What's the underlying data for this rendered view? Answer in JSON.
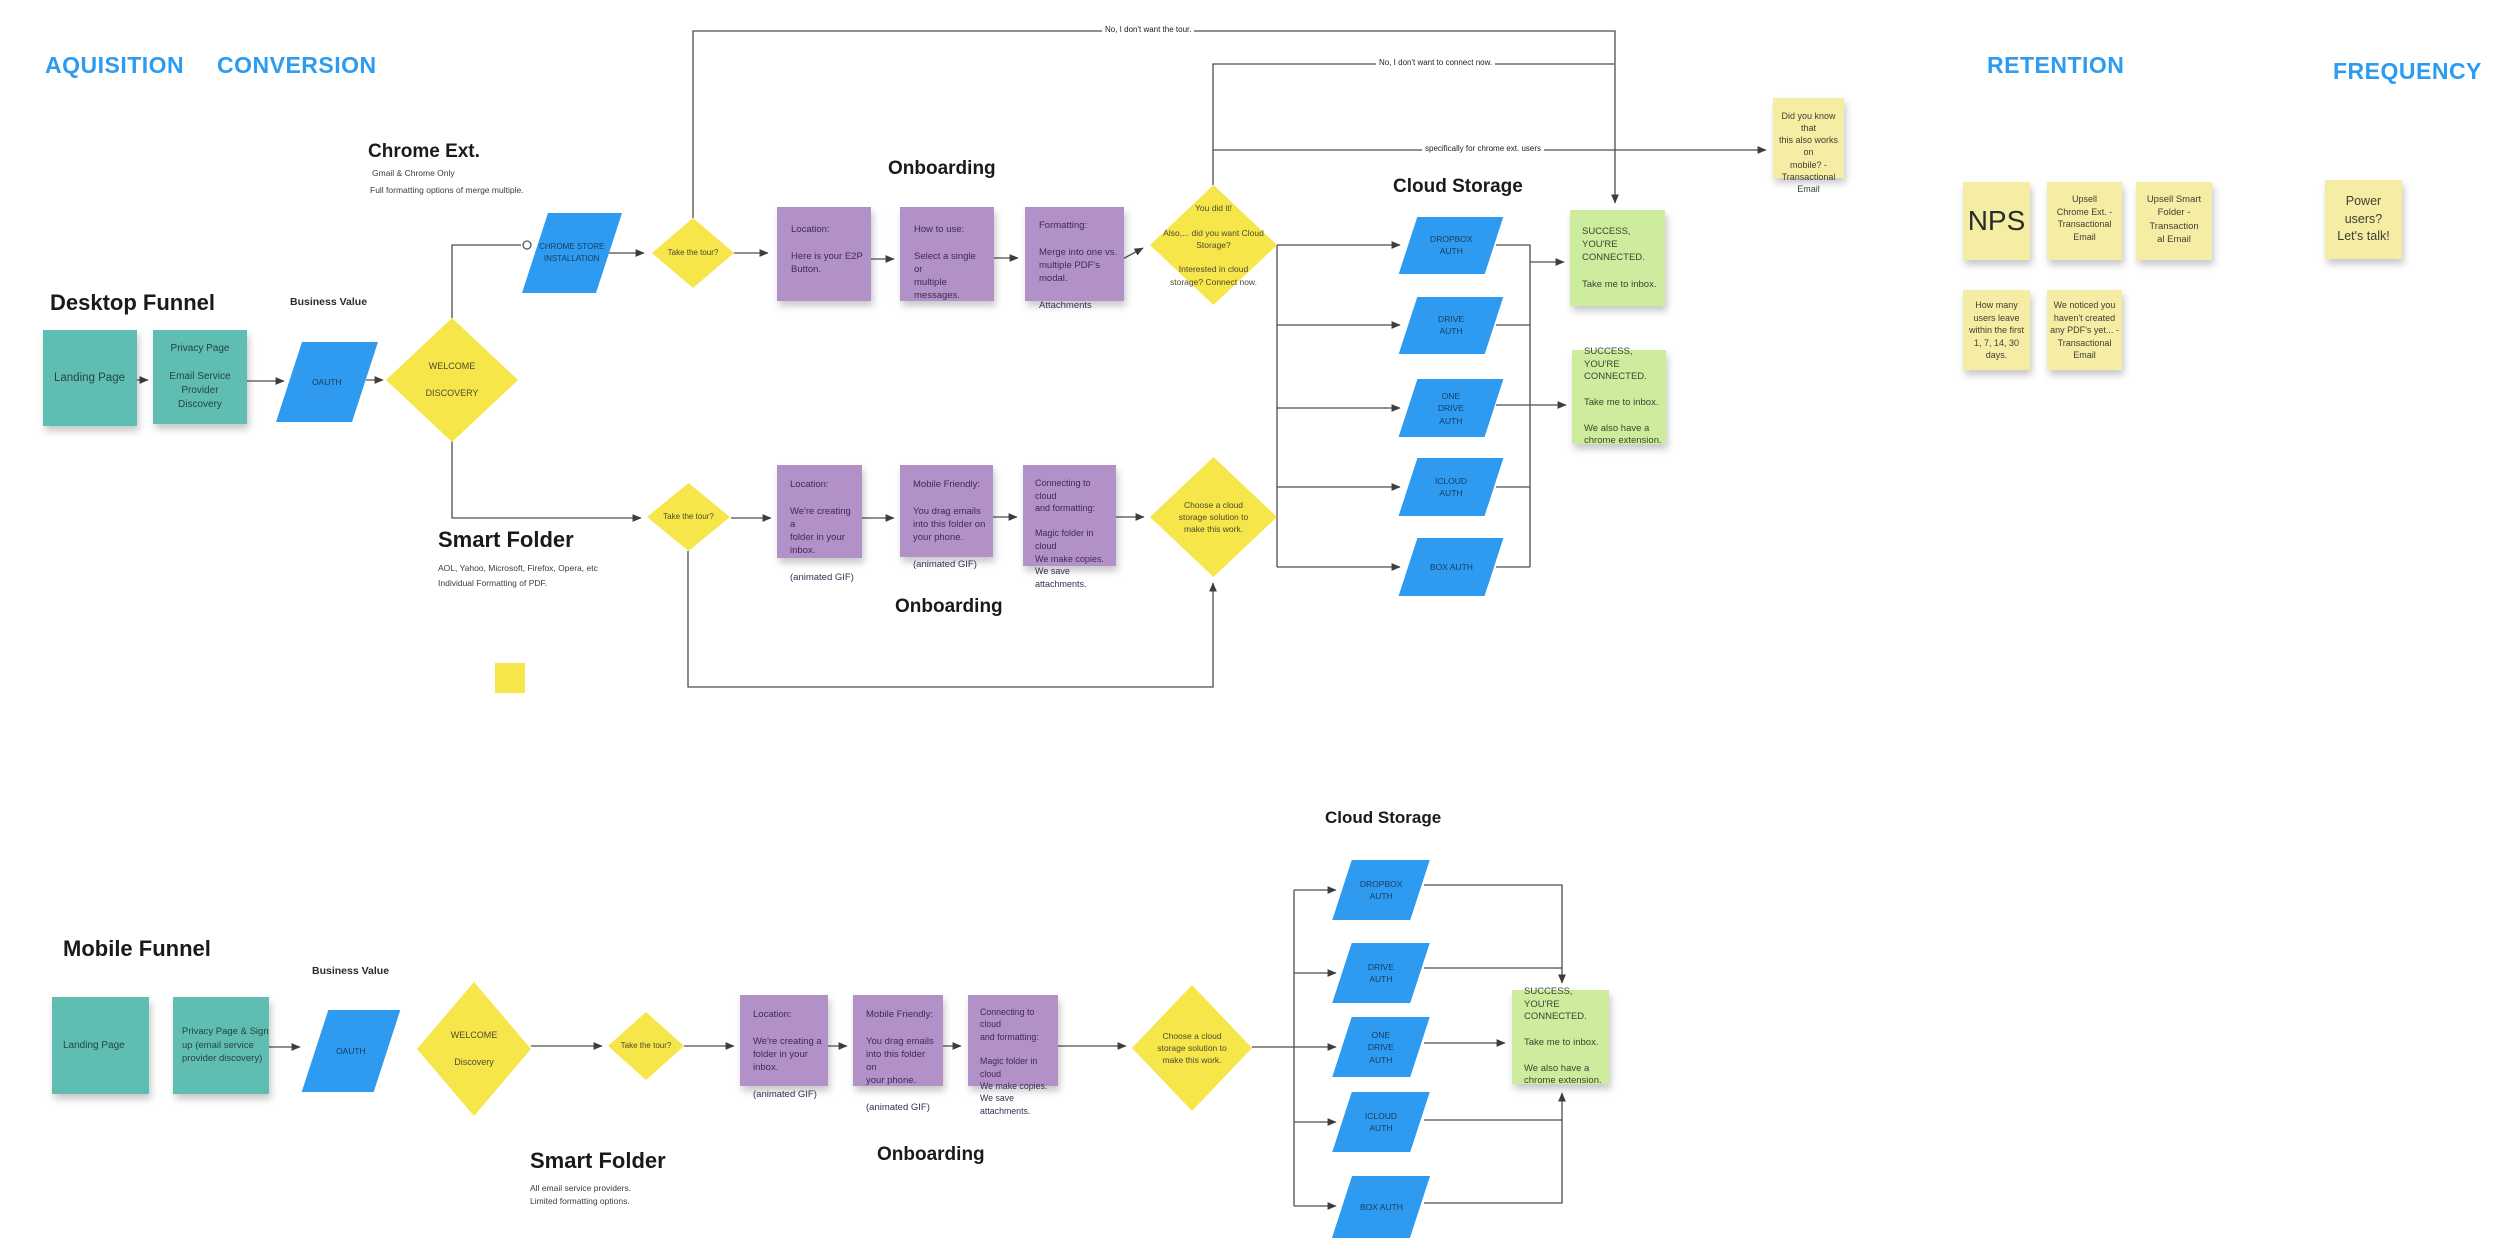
{
  "headers": {
    "aquisition": "AQUISITION",
    "conversion": "CONVERSION",
    "retention": "RETENTION",
    "frequency": "FREQUENCY"
  },
  "sections": {
    "desktop_funnel": "Desktop Funnel",
    "mobile_funnel": "Mobile Funnel",
    "business_value": "Business Value",
    "onboarding": "Onboarding",
    "cloud_storage": "Cloud Storage",
    "chrome_ext": {
      "title": "Chrome Ext.",
      "line1": "Gmail & Chrome Only",
      "line2": "Full formatting options of merge multiple."
    },
    "smart_folder_desktop": {
      "title": "Smart Folder",
      "line1": "AOL, Yahoo, Microsoft, Firefox, Opera, etc",
      "line2": "Individual Formatting of PDF."
    },
    "smart_folder_mobile": {
      "title": "Smart Folder",
      "line1": "All email service providers.",
      "line2": "Limited formatting options."
    }
  },
  "connector_labels": {
    "no_tour": "No, I don't want the tour.",
    "no_connect": "No, I don't want to connect now.",
    "chrome_users": "specifically for chrome ext. users"
  },
  "diamonds": {
    "welcome_desktop": "WELCOME\n\nDISCOVERY",
    "welcome_mobile": "WELCOME\n\nDiscovery",
    "take_tour": "Take the tour?",
    "you_did_it": "You did it!\n\nAlso,... did you want Cloud Storage?\n\nInterested in cloud storage? Connect now.",
    "choose_cloud": "Choose a cloud\nstorage solution to\nmake this work."
  },
  "shapes": {
    "oauth": "OAUTH",
    "chrome_store": "CHROME STORE\nINSTALLATION",
    "dropbox": "DROPBOX\nAUTH",
    "drive": "DRIVE\nAUTH",
    "onedrive": "ONE\nDRIVE\nAUTH",
    "icloud": "ICLOUD\nAUTH",
    "box": "BOX AUTH"
  },
  "stickies": {
    "landing": "Landing Page",
    "privacy_desktop": "Privacy Page\n\nEmail Service\nProvider\nDiscovery",
    "privacy_mobile": "Privacy Page & Sign\nup (email service\nprovider discovery)",
    "onb1": "Location:\n\nHere is your E2P\nButton.",
    "onb2": "How to use:\n\nSelect a single or\nmultiple\nmessages.",
    "onb3": "Formatting:\n\nMerge into one vs.\nmultiple PDF's\nmodal.\n\nAttachments",
    "sf1": "Location:\n\nWe're creating a\nfolder in your\ninbox.\n\n(animated GIF)",
    "sf2": "Mobile Friendly:\n\nYou drag emails\ninto this folder on\nyour phone.\n\n(animated GIF)",
    "sf3": "Connecting to cloud\nand formatting:\n\nMagic folder in cloud\nWe make copies.\nWe save attachments.",
    "success_short": "SUCCESS, YOU'RE\nCONNECTED.\n\nTake me to inbox.",
    "success_long": "SUCCESS, YOU'RE\nCONNECTED.\n\nTake me to inbox.\n\nWe also have a\nchrome extension.",
    "did_you_know": "Did you know that\nthis also works on\nmobile? -\nTransactional\nEmail",
    "nps": "NPS",
    "upsell_chrome": "Upsell\nChrome Ext. -\nTransactional\nEmail",
    "upsell_smart": "Upsell Smart\nFolder -\nTransaction\nal Email",
    "churn": "How many\nusers leave\nwithin the first\n1, 7, 14, 30\ndays.",
    "no_pdf": "We noticed you\nhaven't created\nany PDF's yet... -\nTransactional\nEmail",
    "power_users": "Power\nusers?\nLet's talk!"
  }
}
